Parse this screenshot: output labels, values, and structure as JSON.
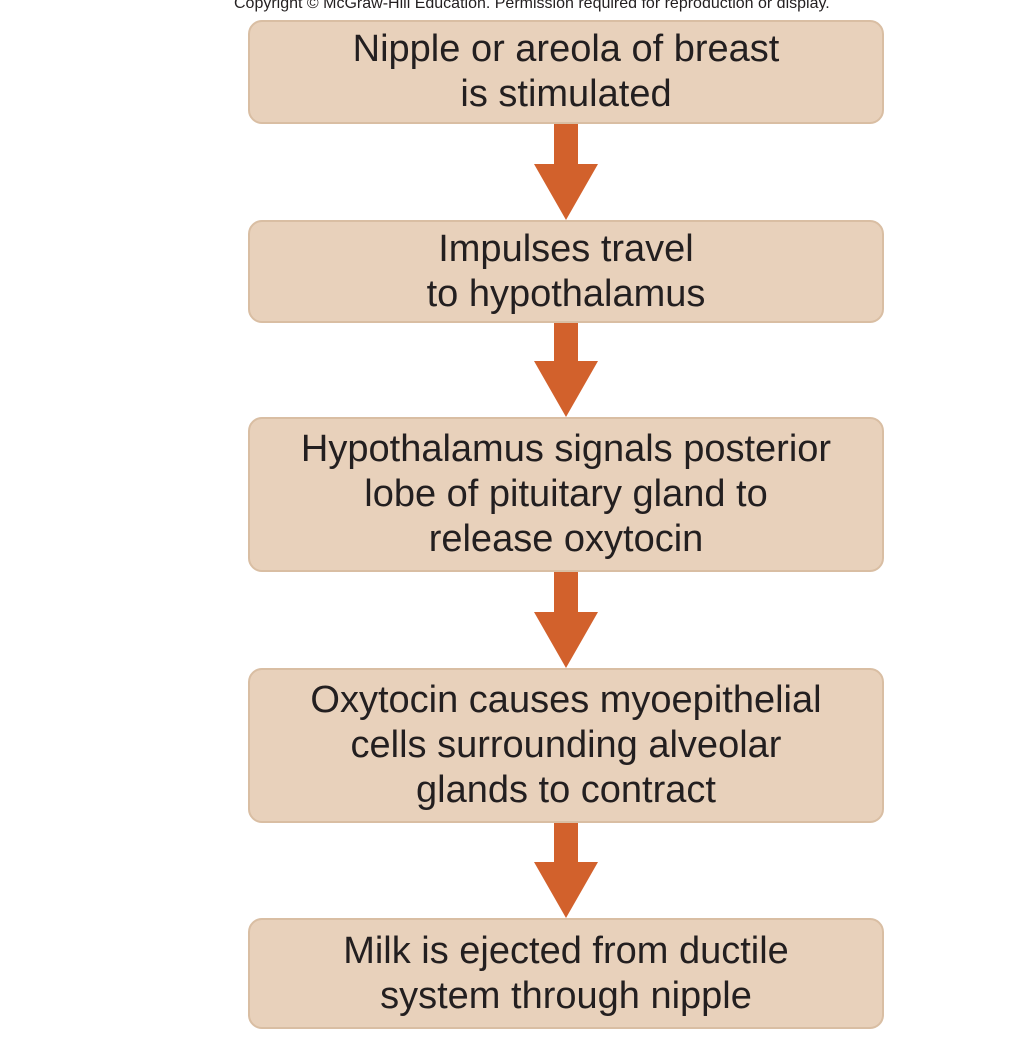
{
  "copyright": "Copyright © McGraw-Hill Education. Permission required for reproduction or display.",
  "colors": {
    "box_fill": "#e8d1bb",
    "box_border": "#d9bea3",
    "arrow": "#d2612c",
    "text": "#231f20"
  },
  "steps": [
    {
      "text": "Nipple or areola of breast\nis stimulated"
    },
    {
      "text": "Impulses travel\nto hypothalamus"
    },
    {
      "text": "Hypothalamus signals posterior\nlobe of pituitary gland to\nrelease oxytocin"
    },
    {
      "text": "Oxytocin causes myoepithelial\ncells surrounding alveolar\nglands to contract"
    },
    {
      "text": "Milk is ejected from ductile\nsystem through nipple"
    }
  ]
}
